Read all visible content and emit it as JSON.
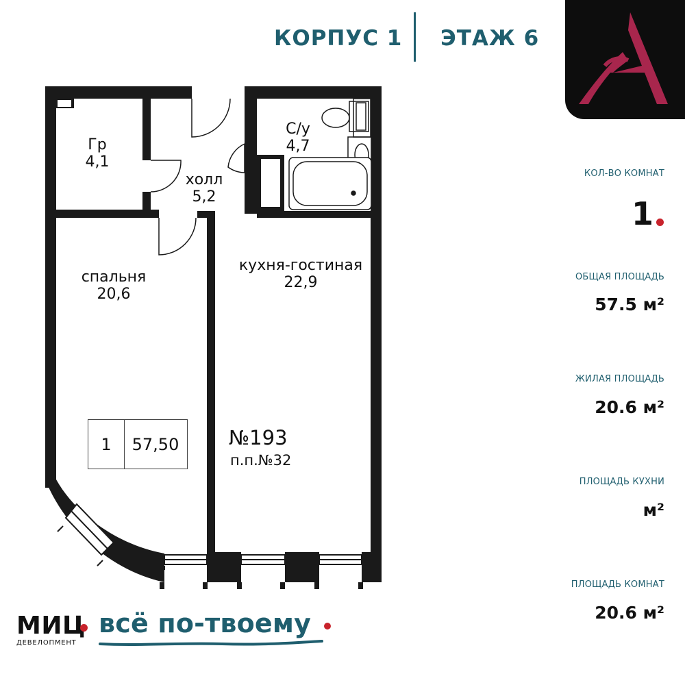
{
  "header": {
    "building": "КОРПУС 1",
    "floor": "ЭТАЖ 6"
  },
  "brand": {
    "icon": "letter-a-logo-icon",
    "accent_color": "#a8264d",
    "background_color": "#0d0d0d"
  },
  "colors": {
    "teal": "#1f5e6e",
    "red_dot": "#c8232c"
  },
  "summary": {
    "rooms_label": "КОЛ-ВО КОМНАТ",
    "rooms_value": "1",
    "total_area_label": "ОБЩАЯ ПЛОЩАДЬ",
    "total_area_value": "57.5 м²",
    "living_area_label": "ЖИЛАЯ ПЛОЩАДЬ",
    "living_area_value": "20.6 м²",
    "kitchen_area_label": "ПЛОЩАДЬ КУХНИ",
    "kitchen_area_value": "м²",
    "rooms_area_label": "ПЛОЩАДЬ КОМНАТ",
    "rooms_area_value": "20.6 м²"
  },
  "plan": {
    "rooms": [
      {
        "name": "Гр",
        "area": "4,1"
      },
      {
        "name": "холл",
        "area": "5,2"
      },
      {
        "name": "С/у",
        "area": "4,7"
      },
      {
        "name": "спальня",
        "area": "20,6"
      },
      {
        "name": "кухня-гостиная",
        "area": "22,9"
      }
    ],
    "unit_rooms": "1",
    "unit_area": "57,50",
    "apartment_number": "№193",
    "plan_number": "п.п.№32"
  },
  "footer": {
    "logo": "МИЦ",
    "logo_sub": "ДЕВЕЛОПМЕНТ",
    "slogan": "всё по-твоему"
  }
}
